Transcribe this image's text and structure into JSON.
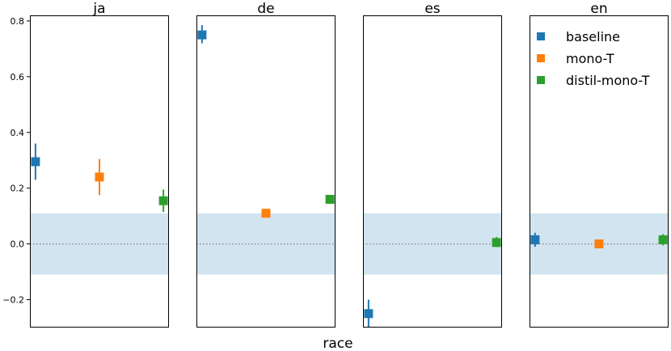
{
  "chart_data": {
    "type": "scatter",
    "xlabel": "race",
    "ylim": [
      -0.3,
      0.82
    ],
    "yticks": [
      -0.2,
      0.0,
      0.2,
      0.4,
      0.6,
      0.8
    ],
    "ytick_labels": [
      "−0.2",
      "0.0",
      "0.2",
      "0.4",
      "0.6",
      "0.8"
    ],
    "band": [
      -0.11,
      0.11
    ],
    "reference_line": 0.0,
    "legend_position": "inside-right-panel-top",
    "grid": false,
    "marker": "square",
    "series": [
      {
        "name": "baseline",
        "color": "#1f77b4"
      },
      {
        "name": "mono-T",
        "color": "#ff7f0e"
      },
      {
        "name": "distil-mono-T",
        "color": "#2ca02c"
      }
    ],
    "panels": [
      {
        "title": "ja",
        "points": [
          {
            "series": 0,
            "y": 0.295,
            "err_low": 0.23,
            "err_high": 0.36
          },
          {
            "series": 1,
            "y": 0.24,
            "err_low": 0.175,
            "err_high": 0.305
          },
          {
            "series": 2,
            "y": 0.155,
            "err_low": 0.115,
            "err_high": 0.195
          }
        ]
      },
      {
        "title": "de",
        "points": [
          {
            "series": 0,
            "y": 0.75,
            "err_low": 0.72,
            "err_high": 0.785
          },
          {
            "series": 1,
            "y": 0.11,
            "err_low": 0.095,
            "err_high": 0.125
          },
          {
            "series": 2,
            "y": 0.16,
            "err_low": 0.155,
            "err_high": 0.165
          }
        ]
      },
      {
        "title": "es",
        "points": [
          {
            "series": 0,
            "y": -0.25,
            "err_low": -0.3,
            "err_high": -0.2
          },
          {
            "series": 2,
            "y": 0.005,
            "err_low": -0.01,
            "err_high": 0.025
          }
        ]
      },
      {
        "title": "en",
        "points": [
          {
            "series": 0,
            "y": 0.015,
            "err_low": -0.01,
            "err_high": 0.04
          },
          {
            "series": 1,
            "y": 0.0,
            "err_low": -0.015,
            "err_high": 0.015
          },
          {
            "series": 2,
            "y": 0.015,
            "err_low": -0.005,
            "err_high": 0.035
          }
        ]
      }
    ]
  }
}
